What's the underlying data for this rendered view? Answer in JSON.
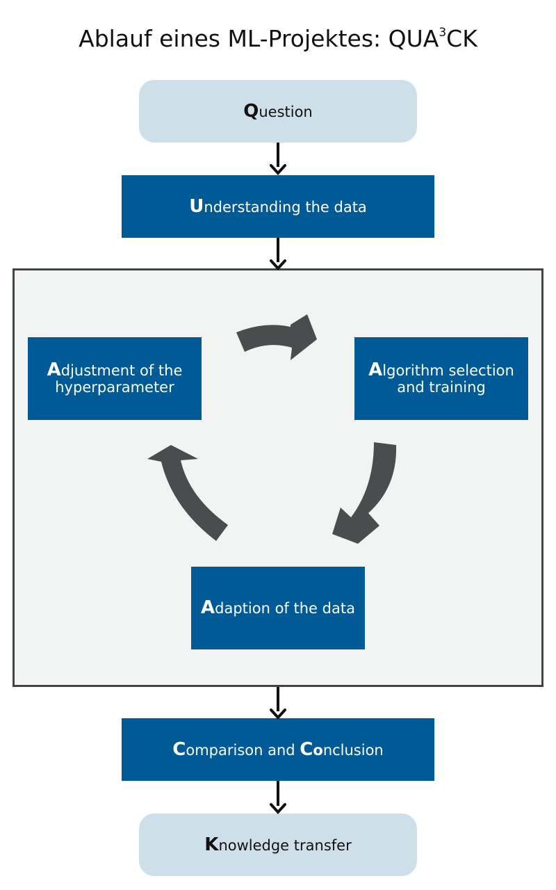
{
  "title": {
    "main": "Ablauf eines ML-Projektes: QUA",
    "sup": "3",
    "tail": "CK"
  },
  "steps": {
    "question": {
      "initial": "Q",
      "rest": "uestion"
    },
    "understanding": {
      "initial": "U",
      "rest": "nderstanding the data"
    },
    "adjustment": {
      "initial": "A",
      "line1_rest": "djustment of the",
      "line2": "hyperparameter"
    },
    "algorithm": {
      "initial": "A",
      "line1_rest": "lgorithm selection",
      "line2": "and training"
    },
    "adaption": {
      "initial": "A",
      "rest": "daption of the data"
    },
    "comparison": {
      "initial": "C",
      "part1": "omparison and ",
      "initial2": "C",
      "bold2": "o",
      "part2": "nclusion"
    },
    "knowledge": {
      "initial": "K",
      "rest": "nowledge transfer"
    }
  },
  "colors": {
    "light_box": "#cfdfe9",
    "dark_box": "#005a96",
    "loop_panel": "#f2f3f3",
    "cycle_arrow": "#4a4c4d"
  }
}
